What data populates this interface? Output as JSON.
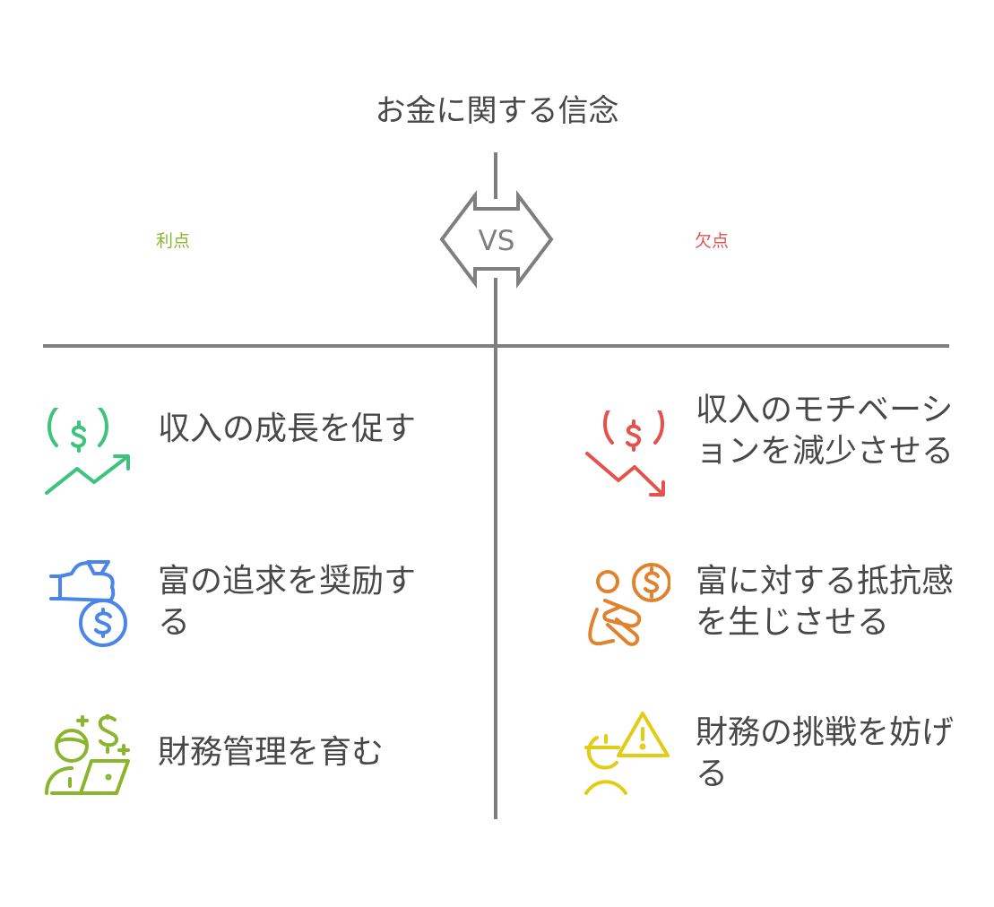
{
  "title": "お金に関する信念",
  "vs_label": "VS",
  "pros": {
    "heading": "利点",
    "color": "#8AB52E",
    "items": [
      {
        "text": "収入の成長を促す",
        "icon": "coin-growth-icon",
        "color": "#3CC47C"
      },
      {
        "text": "富の追求を奨励する",
        "icon": "hand-money-bag-icon",
        "color": "#4A86E8"
      },
      {
        "text": "財務管理を育む",
        "icon": "person-laptop-money-icon",
        "color": "#8AB52E"
      }
    ]
  },
  "cons": {
    "heading": "欠点",
    "color": "#E5524E",
    "items": [
      {
        "text": "収入のモチベーションを減少させる",
        "icon": "coin-decline-icon",
        "color": "#E5524E"
      },
      {
        "text": "富に対する抵抗感を生じさせる",
        "icon": "person-resisting-coin-icon",
        "color": "#E0832E"
      },
      {
        "text": "財務の挑戦を妨げる",
        "icon": "person-warning-icon",
        "color": "#E3CC14"
      }
    ]
  }
}
